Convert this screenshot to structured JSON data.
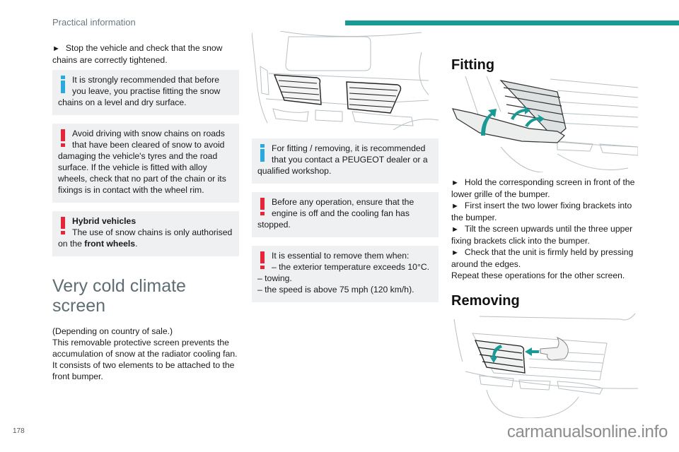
{
  "header": {
    "section_title": "Practical information",
    "accent_color": "#1a9a96"
  },
  "left_column": {
    "step": "Stop the vehicle and check that the snow chains are correctly tightened.",
    "info_note": "It is strongly recommended that before you leave, you practise fitting the snow chains on a level and dry surface.",
    "warning_note": "Avoid driving with snow chains on roads that have been cleared of snow to avoid damaging the vehicle's tyres and the road surface. If the vehicle is fitted with alloy wheels, check that no part of the chain or its fixings is in contact with the wheel rim.",
    "hybrid_note": {
      "title": "Hybrid vehicles",
      "text_before": "The use of snow chains is only authorised on the ",
      "text_bold": "front wheels",
      "text_after": "."
    },
    "section_heading": "Very cold climate screen",
    "intro_lines": [
      "(Depending on country of sale.)",
      "This removable protective screen prevents the accumulation of snow at the radiator cooling fan. It consists of two elements to be attached to the front bumper."
    ]
  },
  "middle_column": {
    "illustration": "front-grille-with-two-screens",
    "info_note": "For fitting / removing, it is recommended that you contact a PEUGEOT dealer or a qualified workshop.",
    "warning_note_1": "Before any operation, ensure that the engine is off and the cooling fan has stopped.",
    "warning_note_2": {
      "intro": "It is essential to remove them when:",
      "items": [
        "– the exterior temperature exceeds 10°C.",
        "– towing.",
        "– the speed is above 75 mph (120 km/h)."
      ]
    }
  },
  "right_column": {
    "fitting_heading": "Fitting",
    "fitting_illustration": "screen-fitting-with-arrows",
    "fitting_steps": [
      "Hold the corresponding screen in front of the lower grille of the bumper.",
      "First insert the two lower fixing brackets into the bumper.",
      "Tilt the screen upwards until the three upper fixing brackets click into the bumper.",
      "Check that the unit is firmly held by pressing around the edges."
    ],
    "fitting_repeat": "Repeat these operations for the other screen.",
    "removing_heading": "Removing",
    "removing_illustration": "screen-removal-with-hand"
  },
  "footer": {
    "page_number": "178",
    "watermark": "carmanualsonline.info"
  },
  "icons": {
    "step_marker": "►",
    "info": "info-icon",
    "warning": "warning-icon"
  }
}
